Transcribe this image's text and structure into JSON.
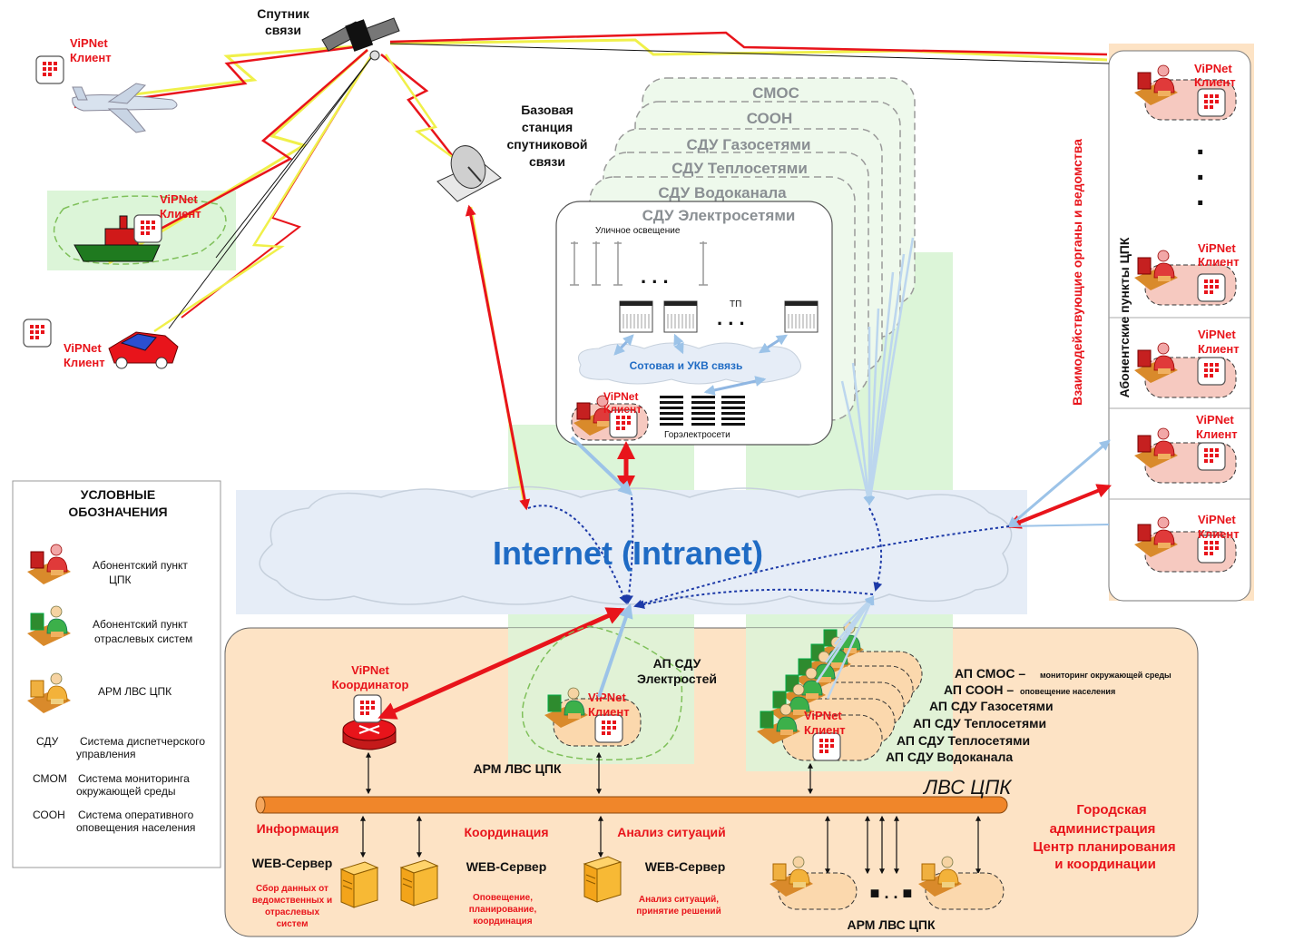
{
  "satellite": {
    "label_line1": "Спутник",
    "label_line2": "связи"
  },
  "base_station": {
    "line1": "Базовая",
    "line2": "станция",
    "line3": "спутниковой",
    "line4": "связи"
  },
  "vipnet_client": {
    "line1": "ViPNet",
    "line2": "Клиент"
  },
  "vipnet_coordinator": {
    "line1": "ViPNet",
    "line2": "Координатор"
  },
  "sdu_stack": [
    "СМОС",
    "СООН",
    "СДУ Газосетями",
    "СДУ Теплосетями",
    "СДУ Водоканала",
    "СДУ Электросетями"
  ],
  "electro_box": {
    "street_lighting": "Уличное освещение",
    "dots": ". . .",
    "tp": "ТП",
    "cellular": "Сотовая и УКВ связь",
    "gorelectroseti": "Горэлектросети"
  },
  "internet": {
    "label": "Internet (Intranet)"
  },
  "right_panel": {
    "vertical_red": "Взаимодействующие органы и ведомства",
    "vertical_black": "Абонентские пункты ЦПК",
    "dots": "."
  },
  "legend": {
    "title_line1": "УСЛОВНЫЕ",
    "title_line2": "ОБОЗНАЧЕНИЯ",
    "item1_line1": "Абонентский пункт",
    "item1_line2": "ЦПК",
    "item2_line1": "Абонентский пункт",
    "item2_line2": "отраслевых систем",
    "item3": "АРМ ЛВС ЦПК",
    "abbr1": "СДУ",
    "abbr1_def_line1": "Система диспетчерского",
    "abbr1_def_line2": "управления",
    "abbr2": "СМОМ",
    "abbr2_def_line1": "Система мониторинга",
    "abbr2_def_line2": "окружающей среды",
    "abbr3": "СООН",
    "abbr3_def_line1": "Система оперативного",
    "abbr3_def_line2": "оповещения населения"
  },
  "bottom": {
    "ap_sdu_line1": "АП СДУ",
    "ap_sdu_line2": "Электростей",
    "arm_lvs_mid": "АРМ ЛВС ЦПК",
    "arm_lvs_bottom": "АРМ ЛВС ЦПК",
    "lvs_cpk": "ЛВС ЦПК",
    "ap_smos": "АП СМОС –",
    "ap_smos_desc": "мониторинг окружающей среды",
    "ap_soon": "АП СООН –",
    "ap_soon_desc": "оповещение населения",
    "ap_list": [
      "АП СДУ Газосетями",
      "АП СДУ Теплосетями",
      "АП СДУ Теплосетями",
      "АП СДУ Водоканала"
    ],
    "city_admin": [
      "Городская",
      "администрация",
      "Центр планирования",
      "и координации"
    ],
    "info": "Информация",
    "coordination": "Координация",
    "analysis": "Анализ ситуаций",
    "web_server": "WEB-Сервер",
    "web1_desc": [
      "Сбор данных от",
      "ведомственных и",
      "отраслевых",
      "систем"
    ],
    "web2_desc": [
      "Оповещение,",
      "планирование,",
      "координация"
    ],
    "web3_desc": [
      "Анализ ситуаций,",
      "принятие решений"
    ],
    "arm_dots": "■ . . ■"
  },
  "colors": {
    "red": "#e8141b",
    "orange_bus": "#f0862a",
    "cloud": "#e6edf7",
    "green_zone": "#dcf5d8",
    "peach": "#fde3c5"
  }
}
